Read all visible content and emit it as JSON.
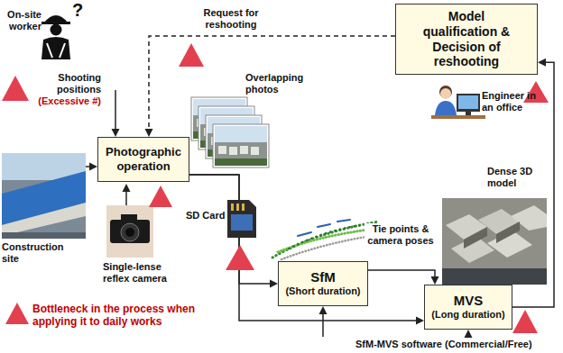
{
  "diagram": {
    "nodes": [
      {
        "text": [
          "Photographic operation"
        ]
      },
      {
        "text": [
          "SfM",
          "(Short duration)"
        ]
      },
      {
        "text": [
          "MVS",
          "(Long duration)"
        ]
      },
      {
        "text": [
          "Model qualification & Decision of reshooting"
        ]
      }
    ],
    "edges": [
      {
        "from": 0,
        "to": 1,
        "arrow": "to"
      },
      {
        "from": 0,
        "to": 2,
        "arrow": "to"
      },
      {
        "from": 1,
        "to": 2,
        "label": "Tie points & camera poses",
        "arrow": "to"
      },
      {
        "from": 2,
        "to": 3,
        "arrow": "to"
      },
      {
        "from": 3,
        "to": 0,
        "label": "Request for reshooting",
        "arrow": "to"
      }
    ],
    "labels": [
      "?",
      "On-site worker",
      "Shooting positions",
      "(Excessive #)",
      "Overlapping photos",
      "Construction site",
      "Single-lense reflex camera",
      "SD Card",
      "Dense 3D model",
      "Engineer in an office",
      "SfM-MVS software (Commercial/Free)"
    ],
    "legend": [
      {
        "text": "Bottleneck in the process when applying it to daily works"
      }
    ]
  }
}
